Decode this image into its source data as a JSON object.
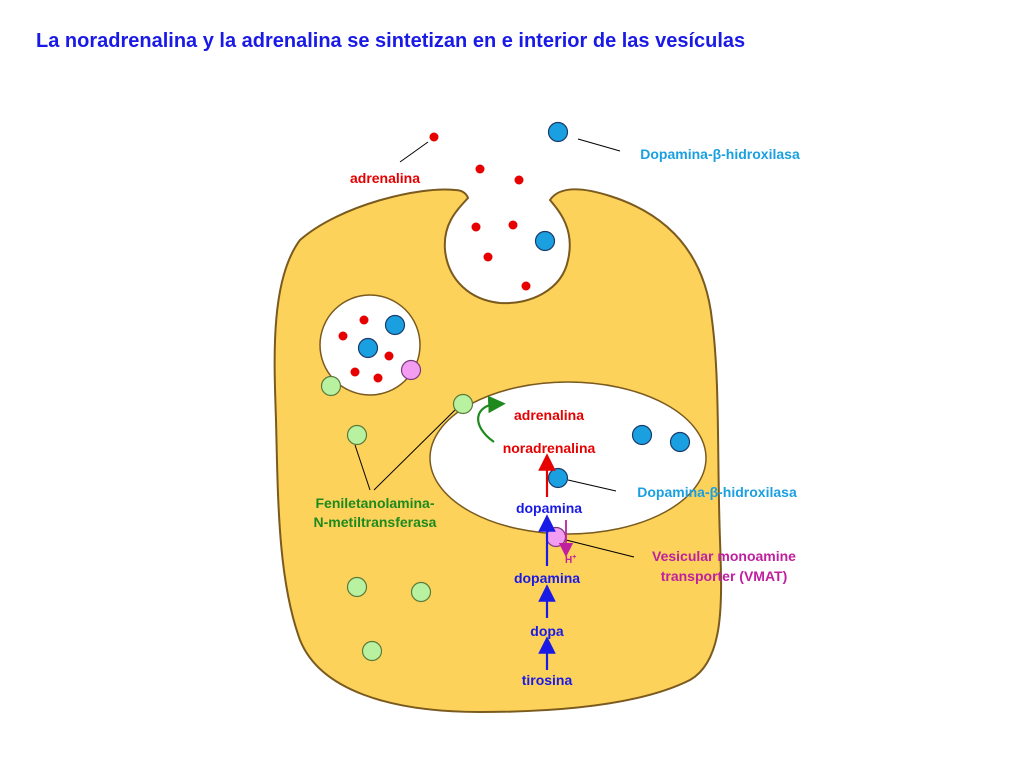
{
  "title": "La noradrenalina y la adrenalina se sintetizan en e interior de las vesículas",
  "colors": {
    "title": "#1a1ae6",
    "cell_fill": "#fcd25a",
    "cell_stroke": "#7a5a1e",
    "adrenaline_dot": "#e60000",
    "dbh_enzyme": "#1aa0e0",
    "pnmt_enzyme": "#b8f2a0",
    "vmat": "#f29cf2",
    "blue_text": "#1a1ae6",
    "red_text": "#e60000",
    "green_text": "#1e8a1e",
    "cyan_text": "#1aa0e0",
    "magenta_text": "#c020a0"
  },
  "labels": {
    "adrenalina_outside": "adrenalina",
    "dbh_top": "Dopamina-β-hidroxilasa",
    "dbh_vesicle": "Dopamina-β-hidroxilasa",
    "pnmt_line1": "Feniletanolamina-",
    "pnmt_line2": "N-metiltransferasa",
    "vmat_line1": "Vesicular monoamine",
    "vmat_line2": "transporter (VMAT)",
    "vesicle_adrenalina": "adrenalina",
    "vesicle_noradrenalina": "noradrenalina",
    "vesicle_dopamina": "dopamina",
    "proton": "H",
    "proton_sup": "+",
    "cyto_dopamina": "dopamina",
    "dopa": "dopa",
    "tirosina": "tirosina"
  },
  "icons": {
    "red_dot": "adrenaline-molecule-icon",
    "blue_circle": "dopamine-beta-hydroxylase-icon",
    "green_circle": "pnmt-enzyme-icon",
    "pink_circle": "vmat-transporter-icon"
  }
}
